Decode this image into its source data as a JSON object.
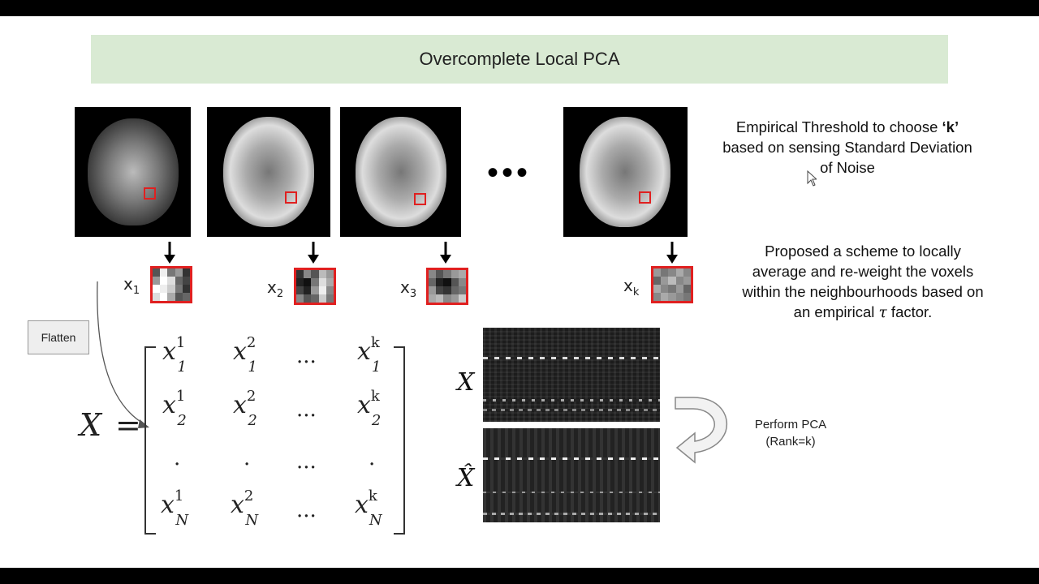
{
  "title": "Overcomplete Local PCA",
  "patch_labels": [
    {
      "base": "x",
      "sub": "1"
    },
    {
      "base": "x",
      "sub": "2"
    },
    {
      "base": "x",
      "sub": "3"
    },
    {
      "base": "x",
      "sub": "k"
    }
  ],
  "ellipsis": "•••",
  "note_threshold": {
    "prefix": "Empirical Threshold to choose ",
    "bold": "‘k’",
    "line2": "based on sensing Standard Deviation",
    "line3": "of Noise"
  },
  "note_scheme": {
    "line1": "Proposed a scheme to locally",
    "line2": "average and re-weight the voxels",
    "line3": "within the neighbourhoods based on",
    "line4_prefix": "an empirical ",
    "line4_symbol": "τ",
    "line4_suffix": " factor."
  },
  "flatten_label": "Flatten",
  "matrix": {
    "lhs": "X",
    "eq": "=",
    "ellipsis": "...",
    "dot": "."
  },
  "panel_labels": {
    "x": "X",
    "xhat": "X̂"
  },
  "pca_text": {
    "line1": "Perform PCA",
    "line2": "(Rank=k)"
  },
  "colors": {
    "title_bg": "#d9ead3",
    "roi": "#e02020"
  }
}
